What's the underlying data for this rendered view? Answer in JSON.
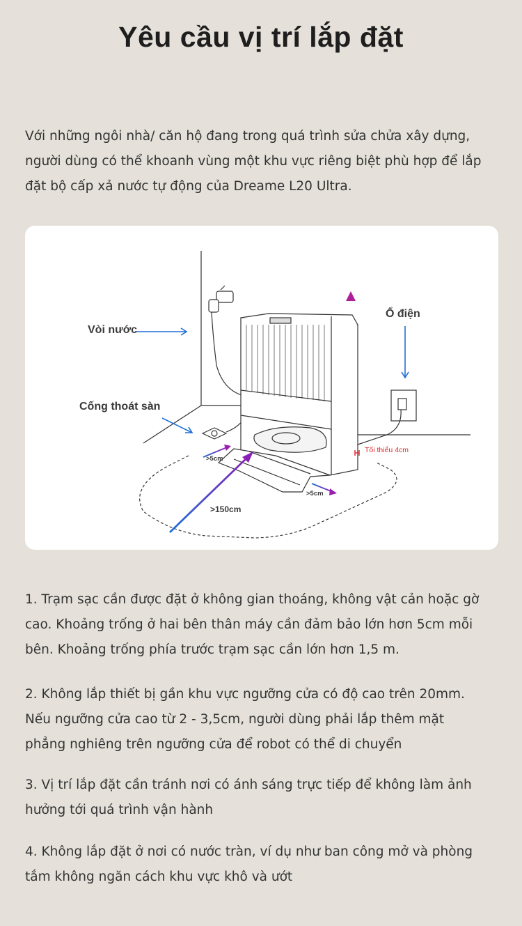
{
  "title": "Yêu cầu vị trí lắp đặt",
  "intro": "Với những ngôi nhà/ căn hộ đang trong quá trình sửa chửa xây dựng, người dùng có thể khoanh vùng một khu vực riêng biệt phù hợp để lắp đặt bộ cấp xả nước tự động của Dreame L20 Ultra.",
  "diagram": {
    "faucet_label": "Vòi nước",
    "drain_label": "Cống thoát sàn",
    "outlet_label": "Ổ điện",
    "side_left_label": ">5cm",
    "side_right_label": ">5cm",
    "front_label": ">150cm",
    "min_gap_label": "Tối thiểu 4cm",
    "colors": {
      "blue_arrow": "#1f6fd6",
      "purple_arrow": "#8a1fb8",
      "red": "#e0262b"
    }
  },
  "paragraphs": [
    "1. Trạm sạc cần được đặt ở không gian thoáng, không vật cản hoặc gờ cao. Khoảng trống ở hai bên thân máy cần đảm bảo lớn hơn 5cm mỗi bên. Khoảng trống phía trước trạm sạc cần lớn hơn 1,5 m.",
    "2. Không lắp thiết bị gần khu vực ngưỡng cửa có độ cao trên 20mm. Nếu ngưỡng cửa cao từ 2 - 3,5cm, người dùng phải lắp thêm mặt phẳng nghiêng trên ngưỡng cửa để robot có thể di chuyển",
    "3. Vị trí lắp đặt cần tránh nơi có ánh sáng trực tiếp để không làm ảnh hưởng tới quá trình vận hành",
    "4. Không lắp đặt ở nơi có nước tràn, ví dụ như ban công mở và phòng tắm không ngăn cách khu vực khô và ướt"
  ]
}
